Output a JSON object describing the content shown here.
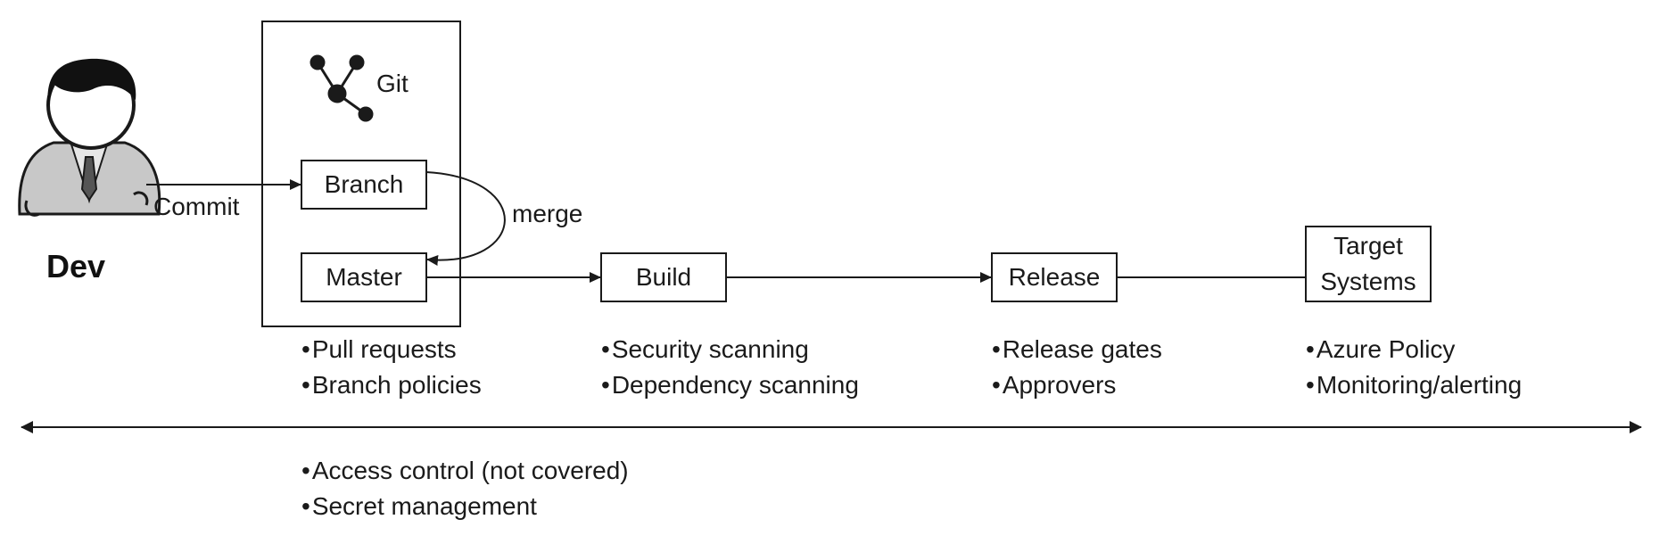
{
  "actor": {
    "name": "Dev",
    "icon": "developer-avatar-icon"
  },
  "commit_label": "Commit",
  "merge_label": "merge",
  "git": {
    "title": "Git",
    "icon": "git-branch-icon",
    "branch": "Branch",
    "master": "Master"
  },
  "build": "Build",
  "release": "Release",
  "target": {
    "line1": "Target",
    "line2": "Systems"
  },
  "bullets": {
    "git": [
      "Pull requests",
      "Branch policies"
    ],
    "build": [
      "Security scanning",
      "Dependency scanning"
    ],
    "release": [
      "Release gates",
      "Approvers"
    ],
    "target": [
      "Azure Policy",
      "Monitoring/alerting"
    ],
    "cross_cutting": [
      "Access control (not covered)",
      "Secret management"
    ]
  },
  "colors": {
    "stroke": "#1a1a1a",
    "person_gray": "#c8c8c8",
    "person_dark": "#111111"
  }
}
